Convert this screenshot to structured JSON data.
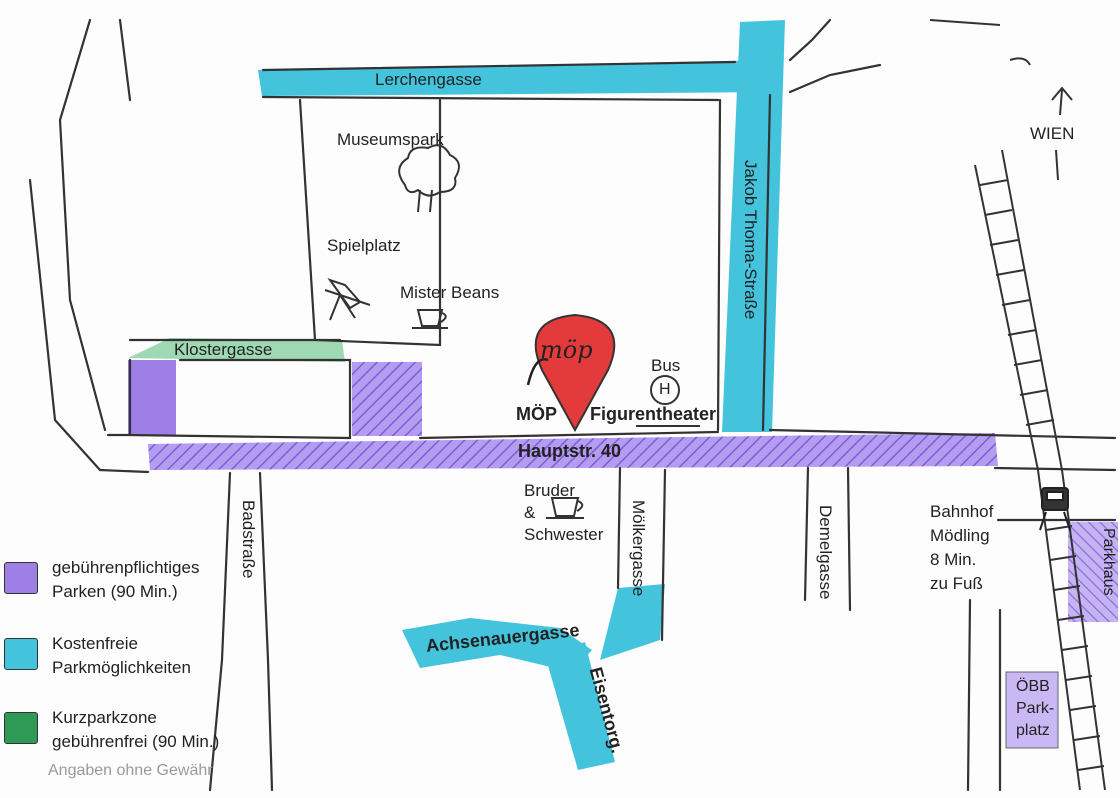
{
  "streets": {
    "lerchengasse": "Lerchengasse",
    "jakob_thoma": "Jakob Thoma-Straße",
    "klostergasse": "Klostergasse",
    "hauptstrasse": "Hauptstr. 40",
    "badstrasse": "Badstraße",
    "moelkergasse": "Mölkergasse",
    "demelgasse": "Demelgasse",
    "achsenauergasse": "Achsenauergasse",
    "eisentorg": "Eisentorg."
  },
  "places": {
    "museumspark": "Museumspark",
    "spielplatz": "Spielplatz",
    "mister_beans": "Mister Beans",
    "bus": "Bus",
    "bus_stop_symbol": "H",
    "moep": "MÖP",
    "figurentheater": "Figurentheater",
    "pin_logo": "möp",
    "bruder_schwester": "Bruder\n&\nSchwester",
    "bahnhof": "Bahnhof\nMödling\n8 Min.\nzu Fuß",
    "parkhaus": "Parkhaus",
    "oebb_parkplatz": "ÖBB\nPark-\nplatz",
    "wien": "WIEN"
  },
  "legend": [
    {
      "color": "#9d7fe6",
      "text": "gebührenpflichtiges\nParken (90 Min.)"
    },
    {
      "color": "#44c3dc",
      "text": "Kostenfreie\nParkmöglichkeiten"
    },
    {
      "color": "#2e9a55",
      "text": "Kurzparkzone\ngebührenfrei (90 Min.)"
    }
  ],
  "disclaimer": "Angaben ohne Gewähr",
  "colors": {
    "paid": "#9d7fe6",
    "free": "#44c3dc",
    "shortterm": "#9fd9b4",
    "pin": "#e33b3b"
  },
  "icons": [
    "tree-icon",
    "swing-icon",
    "coffee-cup-icon",
    "bus-stop-icon",
    "train-icon",
    "north-arrow-icon",
    "map-pin-icon"
  ]
}
